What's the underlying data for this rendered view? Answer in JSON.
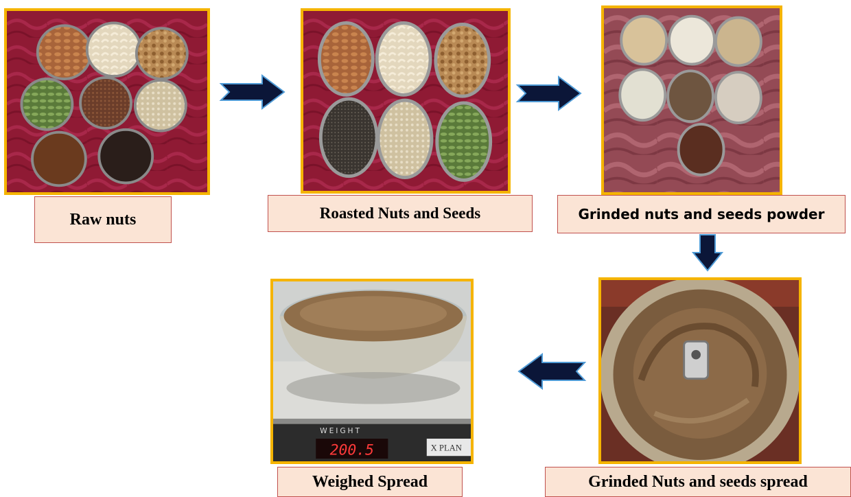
{
  "steps": {
    "raw": {
      "label": "Raw nuts"
    },
    "roasted": {
      "label": "Roasted Nuts and Seeds"
    },
    "powder": {
      "label": "Grinded nuts and seeds powder"
    },
    "spread": {
      "label": "Grinded Nuts and seeds spread"
    },
    "weighed": {
      "label": "Weighed Spread"
    }
  },
  "scale": {
    "weight_text": "WEIGHT",
    "reading": "200.5",
    "brand": "X PLAN"
  },
  "colors": {
    "frame": "#f5b400",
    "label_fill": "#fbe4d5",
    "label_border": "#c0504d",
    "arrow": "#0b1638",
    "cloth": "#8f1a34"
  }
}
